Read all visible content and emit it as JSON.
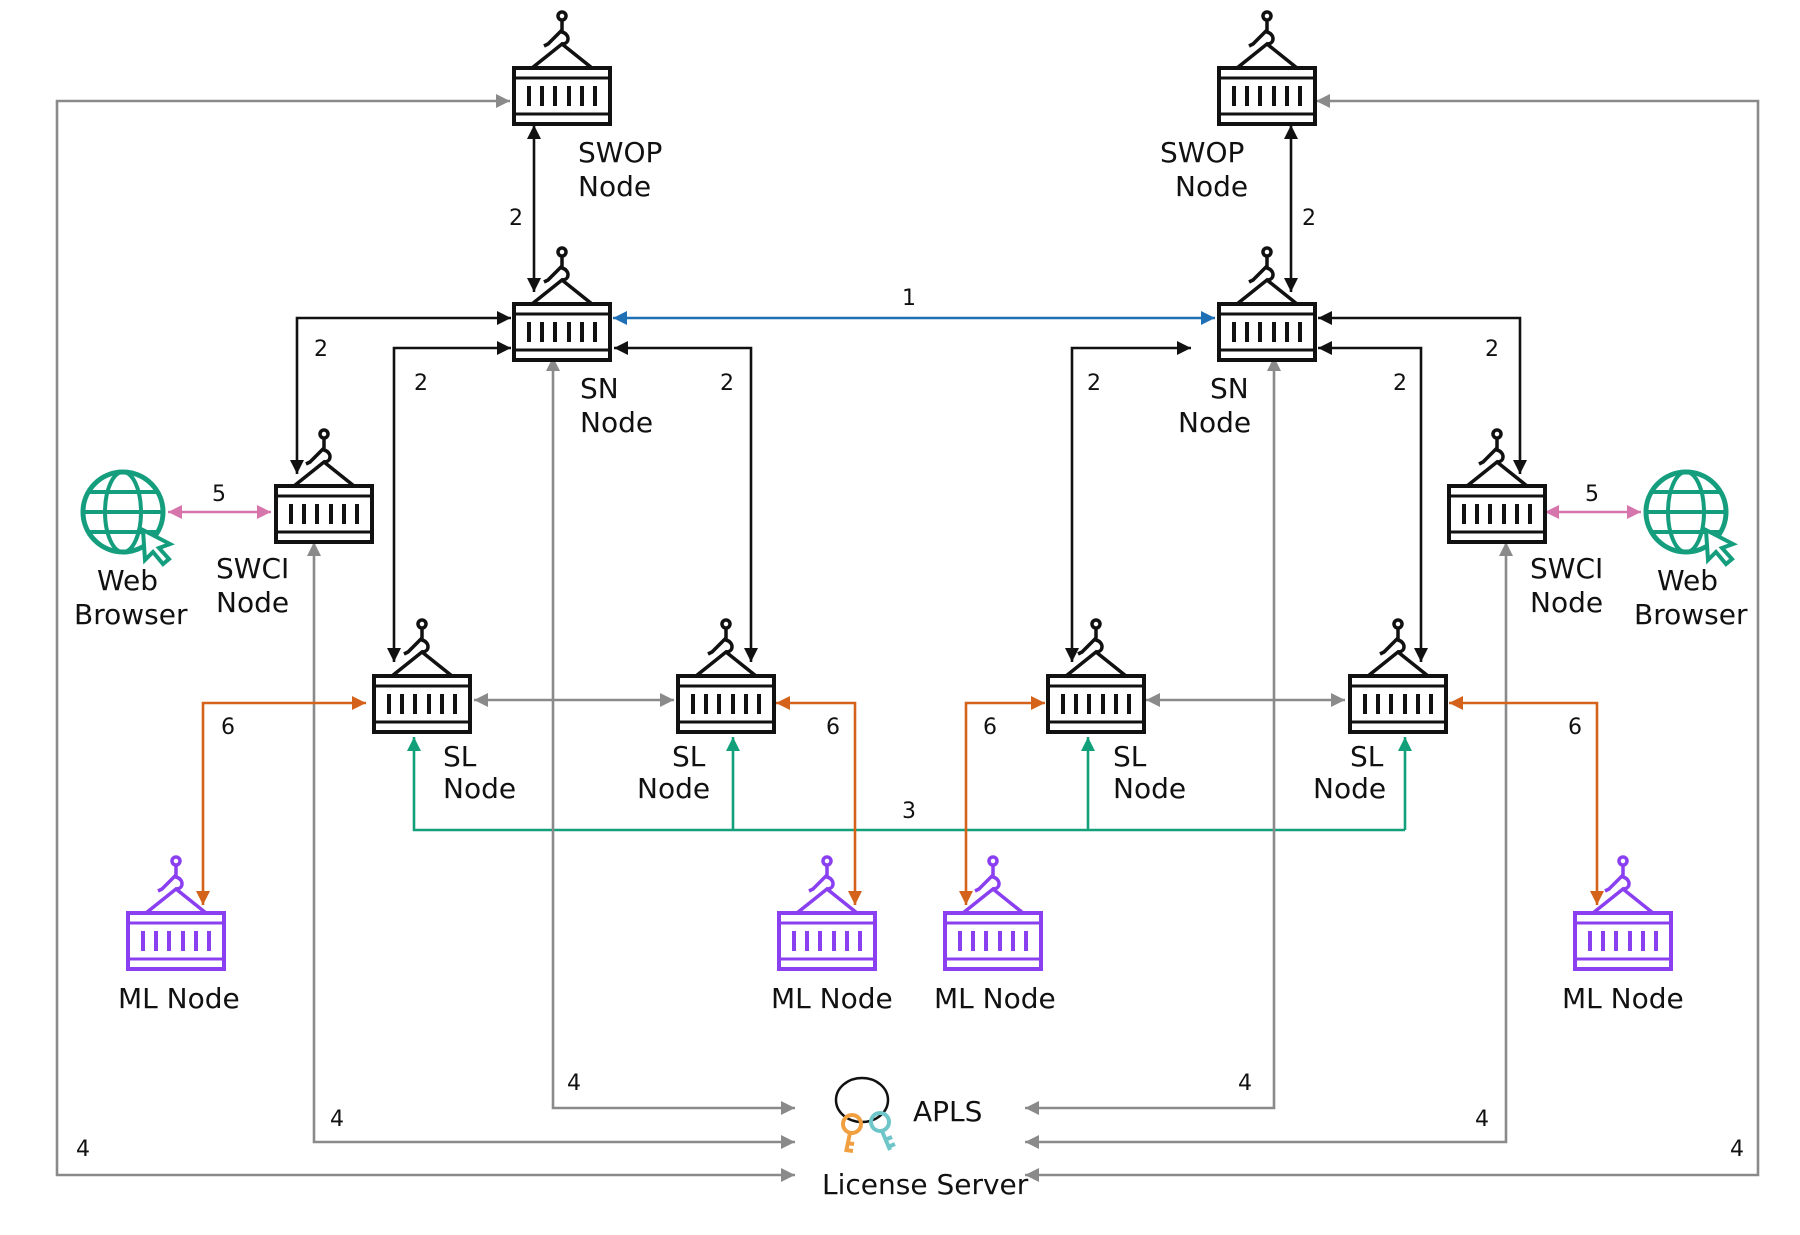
{
  "colors": {
    "black": "#111111",
    "gray": "#8a8a8a",
    "blue": "#1f6fb5",
    "green": "#11a07a",
    "orange": "#d4621a",
    "pink": "#d575ac",
    "purple": "#8a3ff0",
    "teal": "#159e7e",
    "key_orange": "#f0a040",
    "key_teal": "#6fc6c9"
  },
  "labels": {
    "swop_left": [
      "SWOP",
      "Node"
    ],
    "swop_right": [
      "SWOP",
      "Node"
    ],
    "sn_left": [
      "SN",
      "Node"
    ],
    "sn_right": [
      "SN",
      "Node"
    ],
    "swci_left": [
      "SWCI",
      "Node"
    ],
    "swci_right": [
      "SWCI",
      "Node"
    ],
    "web_left": [
      "Web",
      "Browser"
    ],
    "web_right": [
      "Web",
      "Browser"
    ],
    "sl_1": [
      "SL",
      "Node"
    ],
    "sl_2": [
      "SL",
      "Node"
    ],
    "sl_3": [
      "SL",
      "Node"
    ],
    "sl_4": [
      "SL",
      "Node"
    ],
    "ml_1": "ML Node",
    "ml_2": "ML Node",
    "ml_3": "ML Node",
    "ml_4": "ML Node",
    "apls": "APLS",
    "license": "License Server"
  },
  "connector_numbers": {
    "sn_peer": "1",
    "swop_sn_left": "2",
    "swop_sn_right": "2",
    "swci_sn_left": "2",
    "sl1_sn_left": "2",
    "sl2_sn_left": "2",
    "sl3_sn_right": "2",
    "sl4_sn_right": "2",
    "swci_sn_right": "2",
    "sl_bus": "3",
    "lic_outer_left": "4",
    "lic_swci_left": "4",
    "lic_sn_left": "4",
    "lic_sn_right": "4",
    "lic_swci_right": "4",
    "lic_outer_right": "4",
    "web_left": "5",
    "web_right": "5",
    "ml_1": "6",
    "ml_2": "6",
    "ml_3": "6",
    "ml_4": "6"
  },
  "icons": {
    "container": "container-node-icon",
    "globe": "web-browser-globe-icon",
    "license": "license-key-icon"
  }
}
